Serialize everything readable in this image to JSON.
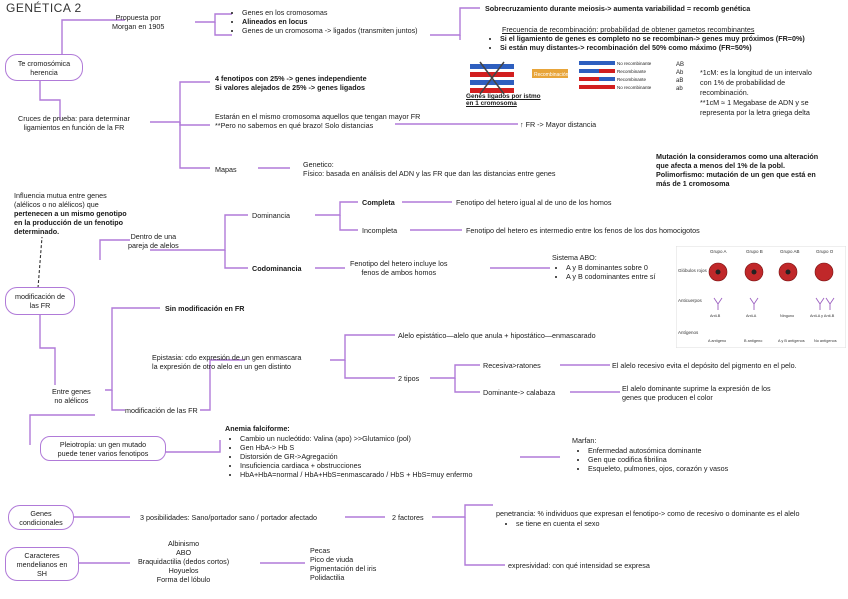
{
  "title": "GENÉTICA 2",
  "nodes": {
    "cromosomica": "Te cromosómica\nherencia",
    "modificacion": "modificación de\nlas FR",
    "condicionales": "Genes\ncondicionales",
    "mendelianos": "Caracteres\nmendelianos en\nSH"
  },
  "propuesta": {
    "label": "Propuesta por\nMorgan en 1905",
    "items": [
      "Genes en los cromosomas",
      "Alineados en locus",
      "Genes de un cromosoma -> ligados (transmiten juntos)"
    ],
    "sobrecruz": "Sobrecruzamiento durante meiosis-> aumenta variabilidad = recomb genética",
    "frecuencia": "Frecuencia de recombinación: probabilidad de obtener gametos recombinantes",
    "frec_items": [
      "Si el ligamiento de genes es completo no se recombinan-> genes muy próximos (FR=0%)",
      "Si están muy distantes-> recombinación del 50% como máximo (FR=50%)"
    ]
  },
  "cruces": {
    "label": "Cruces de prueba: para determinar\nligamientos en función de la FR",
    "fenotipos": "4 fenotipos con 25% -> genes independiente\nSi valores alejados de 25% -> genes ligados",
    "mismo": "Estarán en el mismo cromosoma aquellos que tengan mayor FR\n**Pero no sabemos en qué brazo! Solo distancias",
    "mayor": "↑ FR -> Mayor distancia",
    "mapas": "Mapas",
    "mapas_text": "Genetico:\nFísico: basada en análisis del ADN y las FR que dan las distancias entre genes"
  },
  "chromo_fig": {
    "caption": "Genes ligados por istmo\nen 1 cromosoma",
    "center_label": "Recombinación",
    "rows": [
      "No recombinante",
      "Recombinante",
      "Recombinante",
      "No recombinante"
    ],
    "side": [
      "AB",
      "Ab",
      "aB",
      "ab"
    ]
  },
  "notes": {
    "cm": "*1cM: es la longitud de un intervalo\ncon 1% de probabilidad de\nrecombinación.\n**1cM ≈ 1 Megabase de ADN y se\nrepresenta por la letra griega delta",
    "mutacion": "Mutación la consideramos como una alteración\nque afecta a menos del 1% de la pobl.\nPolimorfismo: mutación de un gen que está en\nmás de 1 cromosoma"
  },
  "influencia": "Influencia mutua entre genes\n(alélicos o no alélicos) que\npertenecen a un mismo genotipo\nen la producción de un fenotipo\ndeterminado.",
  "pareja": {
    "label": "Dentro de una\npareja de alelos",
    "dominancia": "Dominancia",
    "completa": "Completa",
    "completa_text": "Fenotipo del hetero igual al de uno de los homos",
    "incompleta": "Incompleta",
    "incompleta_text": "Fenotipo del hetero es intermedio entre los fenos de los dos homocigotos",
    "codominancia": "Codominancia",
    "codom_text": "Fenotipo del hetero incluye los\nfenos de ambos homos",
    "abo_title": "Sistema ABO:",
    "abo_items": [
      "A y B dominantes sobre 0",
      "A y B codominantes entre sí"
    ]
  },
  "abo_table": {
    "groups": [
      "Grupo A",
      "Grupo B",
      "Grupo AB",
      "Grupo O"
    ],
    "row_labels": [
      "Glóbulos rojos",
      "Anticuerpos",
      "Antígenos"
    ],
    "antigens": [
      "A antígeno",
      "B antígeno",
      "A y B antígenos",
      "No antígenos"
    ],
    "antibodies": [
      "Anti-B",
      "Anti-A",
      "Ninguno",
      "Anti-A y Anti-B"
    ]
  },
  "no_alelicos": {
    "label": "Entre genes\nno alélicos",
    "sin": "Sin modificación en FR",
    "modif": "modificación de las FR",
    "epistasia": "Epistasia: cdo expresión de un gen enmascara\nla expresión de otro alelo en un gen distinto",
    "epistatico": "Alelo epistático—alelo que anula + hipostático—enmascarado",
    "dos_tipos": "2 tipos",
    "recesiva": "Recesiva>ratones",
    "recesiva_text": "El alelo recesivo evita el depósito del pigmento en el pelo.",
    "dominante": "Dominante-> calabaza",
    "dominante_text": "El alelo dominante suprime la expresión de los\ngenes que producen el color"
  },
  "pleiotropia": {
    "label": "Pleiotropía: un gen mutado\npuede tener varios fenotipos",
    "anemia_title": "Anemia falciforme:",
    "anemia_items": [
      "Cambio un nucleótido: Valina (apo) >>Glutamico (pol)",
      "Gen HbA-> Hb S",
      "Distorsión de GR->Agregación",
      "Insuficiencia cardiaca + obstrucciones",
      "HbA+HbA=normal / HbA+HbS=enmascarado / HbS + HbS=muy enfermo"
    ],
    "marfan_title": "Marfan:",
    "marfan_items": [
      "Enfermedad autosómica dominante",
      "Gen que codifica fibrilina",
      "Esqueleto, pulmones, ojos, corazón y vasos"
    ]
  },
  "condicionales": {
    "posibilidades": "3 posibilidades: Sano/portador sano / portador afectado",
    "factores": "2 factores",
    "penetrancia": "penetrancia: % individuos que expresan el fenotipo-> como de recesivo o dominante es el alelo",
    "pen_item": "se tiene en cuenta el sexo",
    "expresividad": "expresividad: con qué intensidad se expresa"
  },
  "caracteres": {
    "left": "Albinismo\nABO\nBraquidactilia (dedos cortos)\nHoyuelos\nForma del lóbulo",
    "right": "Pecas\nPico de viuda\nPigmentación del iris\nPolidactilia"
  },
  "colors": {
    "purple": "#b07ad8",
    "red": "#d21f1f",
    "blue": "#2e5fbf",
    "cell": "#c0282a"
  }
}
